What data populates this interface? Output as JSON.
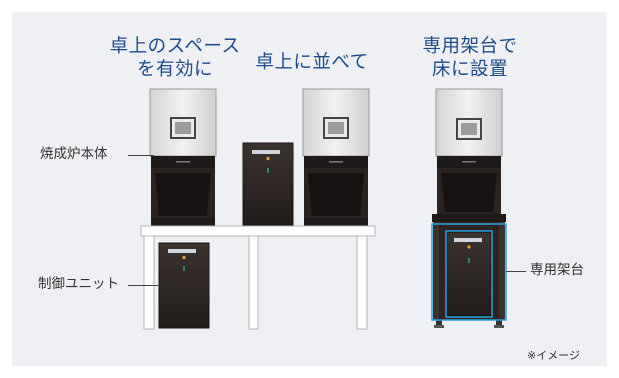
{
  "headings": {
    "left_line1": "卓上のスペース",
    "left_line2": "を有効に",
    "middle": "卓上に並べて",
    "right_line1": "専用架台で",
    "right_line2": "床に設置"
  },
  "labels": {
    "furnace_body": "焼成炉本体",
    "control_unit": "制御ユニット",
    "dedicated_stand": "専用架台"
  },
  "note": "※イメージ",
  "colors": {
    "heading": "#1d4d8c",
    "panel_background": "#eef0f3",
    "highlight_outline": "#29a3df",
    "cabinet_dark": "#2c2523",
    "furnace_silver": "#e6e6e6"
  }
}
